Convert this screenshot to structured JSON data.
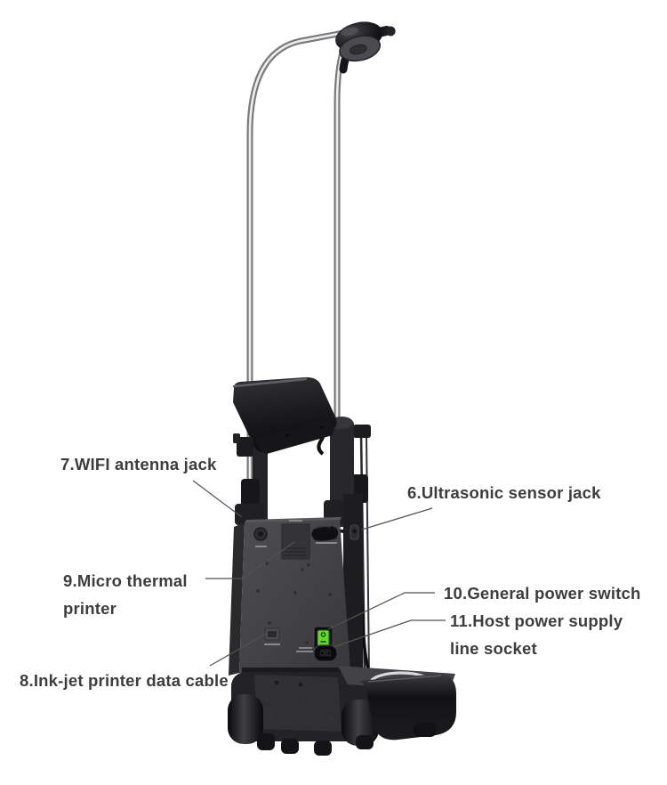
{
  "diagram": {
    "background": "#ffffff",
    "callouts": [
      {
        "num": "6",
        "label": "6.Ultrasonic sensor jack"
      },
      {
        "num": "7",
        "label": "7.WIFI antenna jack"
      },
      {
        "num": "8",
        "label": "8.Ink-jet printer data cable"
      },
      {
        "num": "9",
        "label": "9.Micro thermal\nprinter"
      },
      {
        "num": "10",
        "label": "10.General power switch"
      },
      {
        "num": "11",
        "label": "11.Host power supply\nline socket"
      }
    ],
    "colors": {
      "label_text": "#3d3d3d",
      "leader_line": "#525252",
      "machine_dark": "#141416",
      "machine_panel": "#424245",
      "chrome_pole": "#ececec",
      "switch_green": "#63d92f"
    }
  }
}
